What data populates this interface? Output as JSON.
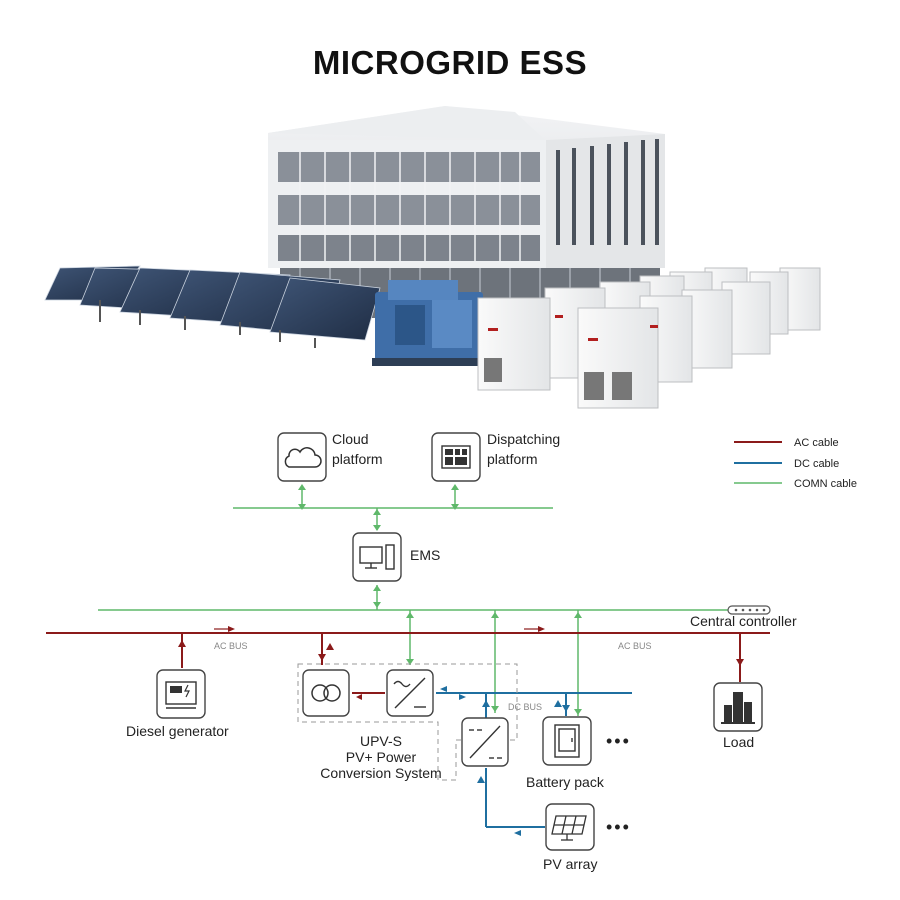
{
  "title": "MICROGRID ESS",
  "nodes": {
    "cloud": {
      "label_line1": "Cloud",
      "label_line2": "platform"
    },
    "dispatch": {
      "label_line1": "Dispatching",
      "label_line2": "platform"
    },
    "ems": {
      "label": "EMS"
    },
    "central": {
      "label": "Central controller"
    },
    "diesel": {
      "label": "Diesel generator"
    },
    "upv": {
      "line1": "UPV-S",
      "line2": "PV+ Power",
      "line3": "Conversion System"
    },
    "battery": {
      "label": "Battery pack"
    },
    "load": {
      "label": "Load"
    },
    "pv": {
      "label": "PV array"
    }
  },
  "bus_labels": {
    "ac_left": "AC BUS",
    "ac_right": "AC BUS",
    "dc": "DC BUS"
  },
  "legend": [
    {
      "label": "AC cable",
      "color": "#8b1a1a"
    },
    {
      "label": "DC cable",
      "color": "#1f6fa0"
    },
    {
      "label": "COMN cable",
      "color": "#5fb86a"
    }
  ],
  "ellipsis": "•••",
  "colors": {
    "ac": "#8b1a1a",
    "dc": "#1f6fa0",
    "comn": "#5fb86a",
    "icon_stroke": "#333333"
  }
}
